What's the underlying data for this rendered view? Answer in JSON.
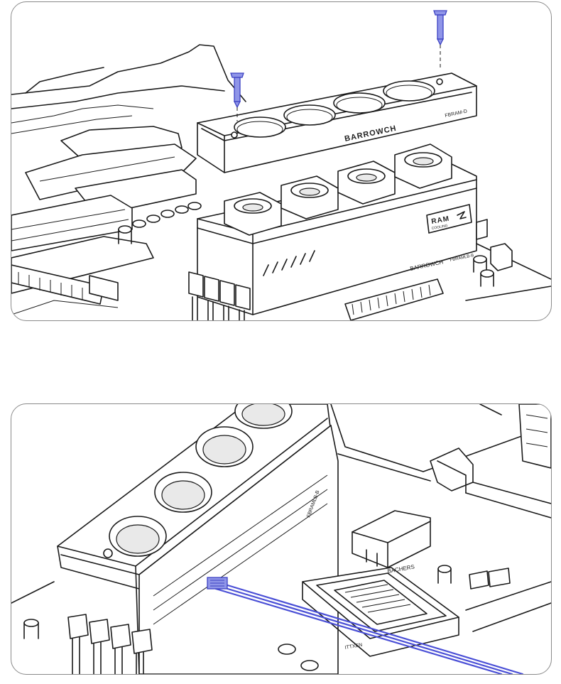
{
  "colors": {
    "outline": "#1a1a1a",
    "panel_border": "#8a8a8a",
    "screw_accent": "#8f95e8",
    "cable_accent": "#4a4fd6"
  },
  "top_panel": {
    "brand_on_cooler": "BARROWCH",
    "model_on_cooler": "FBRAM-D",
    "badge_title": "RAM",
    "badge_subtitle": "COOLING",
    "brand_on_rail": "BARROWCH",
    "model_on_rail": "FBRAMLB-B"
  },
  "bottom_panel": {
    "model_on_module": "FBRAMLB-B",
    "socket_lettering": "BACHERS",
    "chip_marking": "ITTXEN"
  },
  "icons": {
    "screw": "screw-icon",
    "connector": "fan-connector-icon",
    "logo": "barrow-logo-icon"
  }
}
